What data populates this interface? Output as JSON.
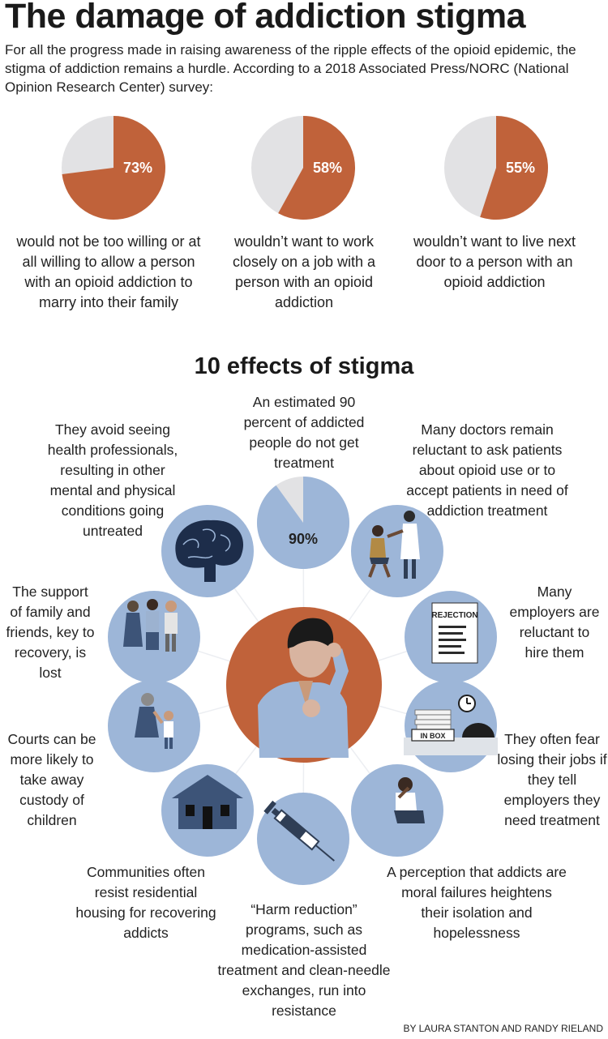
{
  "title": "The damage of addiction stigma",
  "intro": "For all the progress made in raising awareness of the ripple effects of the opioid epidemic, the stigma of addiction remains a hurdle. According to a 2018 Associated Press/NORC (National Opinion Research Center) survey:",
  "colors": {
    "accent": "#c0623a",
    "pie_rest": "#e2e2e4",
    "circle_blue": "#9db6d8",
    "figure_dark": "#2f3e55"
  },
  "pies": [
    {
      "label": "73%",
      "value": 73,
      "caption": "would not be too willing or at all willing to allow a person with an opioid addiction to marry into their family"
    },
    {
      "label": "58%",
      "value": 58,
      "caption": "wouldn’t want to work closely on a job with a person with an opioid addiction"
    },
    {
      "label": "55%",
      "value": 55,
      "caption": "wouldn’t want to live next door to a person with an opioid addiction"
    }
  ],
  "effects_heading": "10 effects of stigma",
  "effects": {
    "treatment": "An estimated 90 percent of addicted people do not get treatment",
    "treatment_pct_label": "90%",
    "treatment_pct": 90,
    "doctors": "Many doctors remain reluctant to ask patients about opioid use or to accept patients in need of addiction treatment",
    "employers": "Many employers are reluctant to hire them",
    "rejection_label": "REJECTION",
    "jobs": "They often fear losing their jobs if they tell employers they need treatment",
    "inbox_label": "IN BOX",
    "moral": "A perception that addicts are moral failures heightens their isolation and hopelessness",
    "harm": "“Harm reduction” programs, such as medication-assisted treatment and clean-needle exchanges, run into resistance",
    "housing": "Communities often resist residential housing for recovering addicts",
    "custody": "Courts can be more likely to take away custody of children",
    "family": "The support of family and friends, key to recovery, is lost",
    "health": "They avoid seeing health professionals, resulting in other mental and physical conditions going untreated"
  },
  "byline": "BY LAURA STANTON AND RANDY RIELAND"
}
